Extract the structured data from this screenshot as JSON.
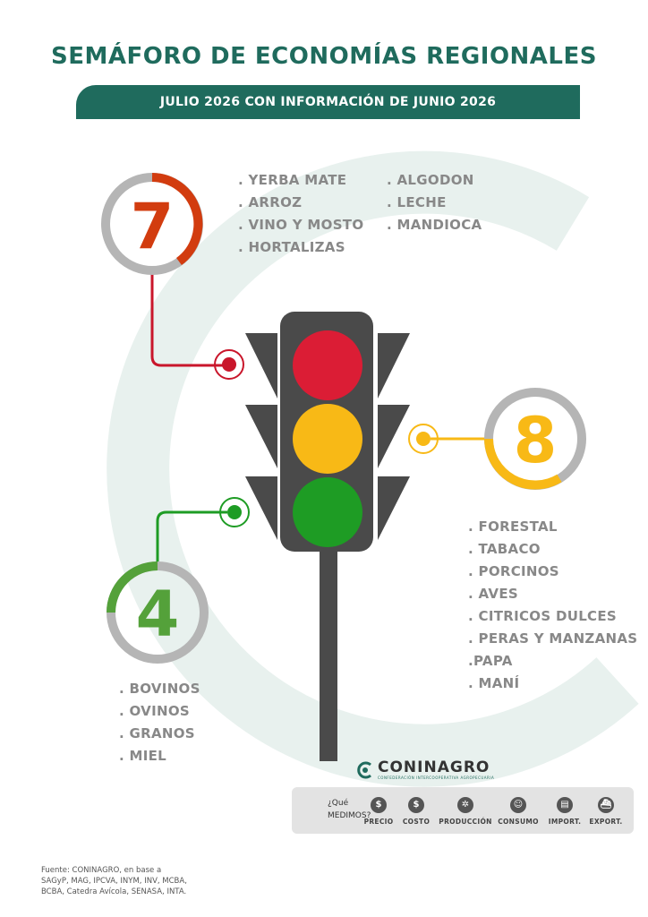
{
  "title": "SEMÁFORO DE ECONOMÍAS REGIONALES",
  "subtitle": "JULIO 2026 CON INFORMACIÓN DE JUNIO 2026",
  "colors": {
    "red": "#c9162b",
    "red_ring": "#d23c0f",
    "yellow": "#f8b916",
    "green": "#1e9c24",
    "green_ring": "#54a13a",
    "teal": "#1f6b5d",
    "gray": "#b5b5b5"
  },
  "red_group": {
    "count": "7",
    "items_left": [
      ". YERBA MATE",
      ". ARROZ",
      ". VINO Y MOSTO",
      ". HORTALIZAS"
    ],
    "items_right": [
      ". ALGODON",
      ". LECHE",
      ". MANDIOCA"
    ]
  },
  "yellow_group": {
    "count": "8",
    "items": [
      ". FORESTAL",
      ". TABACO",
      ". PORCINOS",
      ". AVES",
      ". CITRICOS DULCES",
      ". PERAS Y MANZANAS",
      ".PAPA",
      ". MANÍ"
    ]
  },
  "green_group": {
    "count": "4",
    "items": [
      ". BOVINOS",
      ". OVINOS",
      ". GRANOS",
      ". MIEL"
    ]
  },
  "logo": {
    "name": "CONINAGRO",
    "tagline": "CONFEDERACIÓN INTERCOOPERATIVA AGROPECUARIA"
  },
  "measures": {
    "question_line1": "¿Qué",
    "question_line2": "MEDIMOS?",
    "items": [
      {
        "label": "PRECIO",
        "icon": "dollar-icon",
        "glyph": "$"
      },
      {
        "label": "COSTO",
        "icon": "cost-icon",
        "glyph": "$"
      },
      {
        "label": "PRODUCCIÓN",
        "icon": "production-gear-icon",
        "glyph": "✲"
      },
      {
        "label": "CONSUMO",
        "icon": "consumption-icon",
        "glyph": "☺"
      },
      {
        "label": "IMPORT.",
        "icon": "import-icon",
        "glyph": "▤"
      },
      {
        "label": "EXPORT.",
        "icon": "export-ship-icon",
        "glyph": "⛴"
      }
    ]
  },
  "source_line1": "Fuente: CONINAGRO, en base a",
  "source_line2": "SAGyP, MAG, IPCVA, INYM, INV, MCBA,",
  "source_line3": "BCBA, Catedra Avícola, SENASA, INTA."
}
